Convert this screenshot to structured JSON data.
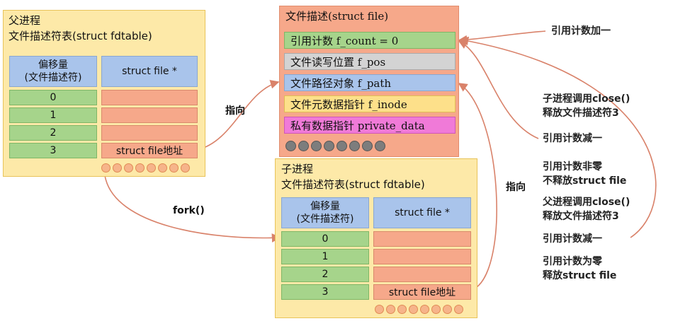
{
  "parent": {
    "title_line1": "父进程",
    "title_line2": "文件描述符表(struct fdtable)",
    "header_offset": "偏移量\n(文件描述符)",
    "header_ptr": "struct file *",
    "rows": [
      "0",
      "1",
      "2",
      "3"
    ],
    "addr_label": "struct file地址"
  },
  "child": {
    "title_line1": "子进程",
    "title_line2": "文件描述符表(struct fdtable)",
    "header_offset": "偏移量\n(文件描述符)",
    "header_ptr": "struct file *",
    "rows": [
      "0",
      "1",
      "2",
      "3"
    ],
    "addr_label": "struct file地址"
  },
  "file_struct": {
    "title": "文件描述(struct file)",
    "fields": [
      {
        "label": "引用计数 f_count = 0",
        "color": "#a6d48b"
      },
      {
        "label": "文件读写位置 f_pos",
        "color": "#d3d3d3"
      },
      {
        "label": "文件路径对象 f_path",
        "color": "#a9c4eb"
      },
      {
        "label": "文件元数据指针 f_inode",
        "color": "#fde08a"
      },
      {
        "label": "私有数据指针 private_data",
        "color": "#f07ad8"
      }
    ]
  },
  "labels": {
    "pointer1": "指向",
    "pointer2": "指向",
    "fork": "fork()"
  },
  "notes": {
    "ref_inc": "引用计数加一",
    "child_close": "子进程调用close()\n释放文件描述符3",
    "ref_dec1": "引用计数减一",
    "nonzero": "引用计数非零\n不释放struct file",
    "parent_close": "父进程调用close()\n释放文件描述符3",
    "ref_dec2": "引用计数减一",
    "zero": "引用计数为零\n释放struct file"
  }
}
